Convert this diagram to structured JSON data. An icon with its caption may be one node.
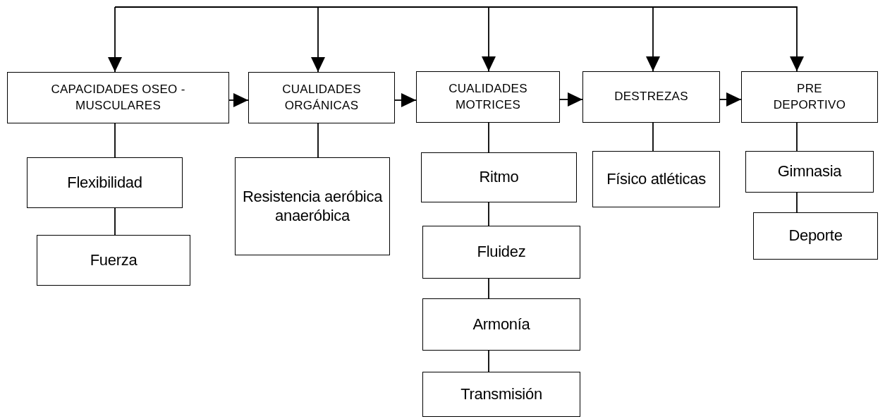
{
  "diagram": {
    "nodes": [
      {
        "text": [
          "CAPACIDADES OSEO - MUSCULARES"
        ]
      },
      {
        "text": [
          "CUALIDADES ORGÁNICAS"
        ]
      },
      {
        "text": [
          "CUALIDADES MOTRICES"
        ]
      },
      {
        "text": [
          "DESTREZAS"
        ]
      },
      {
        "text": [
          "PRE DEPORTIVO"
        ]
      },
      {
        "text": [
          "Flexibilidad"
        ]
      },
      {
        "text": [
          "Fuerza"
        ]
      },
      {
        "text": [
          "Resistencia aeróbica anaeróbica"
        ]
      },
      {
        "text": [
          "Ritmo"
        ]
      },
      {
        "text": [
          "Fluidez"
        ]
      },
      {
        "text": [
          "Armonía"
        ]
      },
      {
        "text": [
          "Transmisión"
        ]
      },
      {
        "text": [
          "Físico atléticas"
        ]
      },
      {
        "text": [
          "Gimnasia"
        ]
      },
      {
        "text": [
          "Deporte"
        ]
      }
    ],
    "edges": [
      {
        "from": null,
        "to": 0,
        "arrow": "to"
      },
      {
        "from": null,
        "to": 1,
        "arrow": "to"
      },
      {
        "from": null,
        "to": 2,
        "arrow": "to"
      },
      {
        "from": null,
        "to": 3,
        "arrow": "to"
      },
      {
        "from": null,
        "to": 4,
        "arrow": "to"
      },
      {
        "from": 0,
        "to": 1,
        "arrow": "to"
      },
      {
        "from": 1,
        "to": 2,
        "arrow": "to"
      },
      {
        "from": 2,
        "to": 3,
        "arrow": "to"
      },
      {
        "from": 3,
        "to": 4,
        "arrow": "to"
      },
      {
        "from": 0,
        "to": 5,
        "arrow": "none"
      },
      {
        "from": 5,
        "to": 6,
        "arrow": "none"
      },
      {
        "from": 1,
        "to": 7,
        "arrow": "none"
      },
      {
        "from": 2,
        "to": 8,
        "arrow": "none"
      },
      {
        "from": 8,
        "to": 9,
        "arrow": "none"
      },
      {
        "from": 9,
        "to": 10,
        "arrow": "none"
      },
      {
        "from": 10,
        "to": 11,
        "arrow": "none"
      },
      {
        "from": 3,
        "to": 12,
        "arrow": "none"
      },
      {
        "from": 4,
        "to": 13,
        "arrow": "none"
      },
      {
        "from": 13,
        "to": 14,
        "arrow": "none"
      }
    ]
  }
}
